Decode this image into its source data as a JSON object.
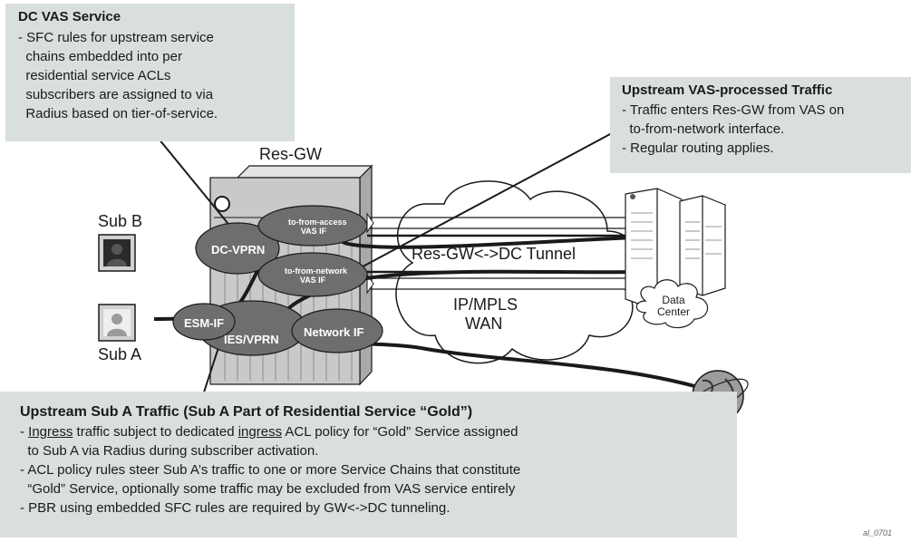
{
  "dc_vas_callout": {
    "title": "DC VAS Service",
    "lines": [
      "- SFC rules for upstream service",
      "  chains embedded into per",
      "  residential service ACLs",
      "  subscribers are assigned to via",
      "  Radius based on tier-of-service."
    ]
  },
  "upstream_vas_callout": {
    "title": "Upstream VAS-processed Traffic",
    "lines": [
      "- Traffic enters Res-GW from VAS on",
      "  to-from-network interface.",
      "- Regular routing applies."
    ]
  },
  "sub_a_callout": {
    "title": "Upstream Sub A Traffic (Sub A Part of Residential Service “Gold”)",
    "line1_pre": "- ",
    "line1_u1": "Ingress",
    "line1_mid": " traffic subject to dedicated ",
    "line1_u2": "ingress",
    "line1_post": " ACL policy for “Gold” Service assigned",
    "line2": "  to Sub A via Radius during subscriber activation.",
    "line3": "- ACL policy rules steer Sub A’s traffic to one or more Service Chains that constitute",
    "line4": "  “Gold” Service, optionally some traffic may be excluded from VAS service entirely",
    "line5": "- PBR using embedded SFC rules are required by GW<->DC tunneling."
  },
  "labels": {
    "res_gw": "Res-GW",
    "sub_b": "Sub B",
    "sub_a": "Sub A",
    "dc_vprn": "DC-VPRN",
    "to_from_access_1": "to-from-access",
    "to_from_access_2": "VAS IF",
    "to_from_network_1": "to-from-network",
    "to_from_network_2": "VAS IF",
    "esm_if": "ESM-IF",
    "ies_vprn": "IES/VPRN",
    "network_if": "Network IF",
    "tunnel": "Res-GW<->DC Tunnel",
    "ip_mpls": "IP/MPLS",
    "wan": "WAN",
    "data": "Data",
    "center": "Center",
    "figure_id": "al_0701"
  },
  "colors": {
    "callout_bg": "#d9dfdc",
    "oval_fill": "#6e6e6e",
    "tower_fill": "#c9c9c9"
  },
  "icons": [
    "monitor-user-icon",
    "globe-icon",
    "datacenter-building-icon",
    "cloud-icon"
  ]
}
